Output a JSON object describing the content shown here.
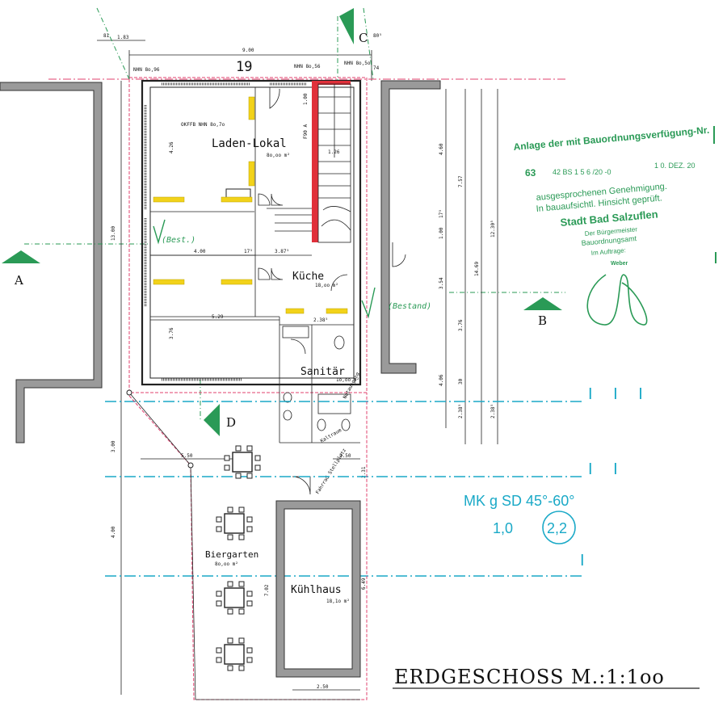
{
  "plot_number": "19",
  "sheet_title": "ERDGESCHOSS   M.:1:1oo",
  "section_markers": {
    "a": "A",
    "b": "B",
    "c": "C",
    "d": "D"
  },
  "elevations": {
    "left": "NHN 8o,96",
    "mid": "NHN 8o,56",
    "right": "NHN 8o,5o",
    "floor": "OKFFB NHN 8o,7o"
  },
  "top_dims": {
    "total": "9.00",
    "left_offset": "1.83",
    "num81": "81",
    "num805": "80⁵",
    "num74": "74"
  },
  "rooms": {
    "laden": {
      "name": "Laden-Lokal",
      "area": "8o,oo m²"
    },
    "kueche": {
      "name": "Küche",
      "area": "18,oo m²"
    },
    "sanitaer": {
      "name": "Sanitär",
      "area": "1o,oo m²"
    },
    "biergarten": {
      "name": "Biergarten",
      "area": "8o,oo m²"
    },
    "kuehlhaus": {
      "name": "Kühlhaus",
      "area": "18,1o m²"
    }
  },
  "wall_labels": {
    "f90": "F90 A"
  },
  "dims_inner": {
    "d400": "4.00",
    "d387": "3.87⁵",
    "d529": "5.29",
    "d238": "2.38⁵",
    "d126": "1.26",
    "d100": "1.00",
    "d426": "4.26",
    "d376": "3.76",
    "d175": "17⁵",
    "d250a": "2.50",
    "d250b": "2.50",
    "d550": "5.50",
    "d300": "3.00",
    "d400b": "4.00",
    "d1300": "13.00",
    "d231": "2.31",
    "d702": "7.02",
    "d649": "6.49"
  },
  "dims_right": {
    "r460": "4.60",
    "r757": "7.57",
    "r1469": "14.69",
    "r1230": "12.30⁵",
    "r354": "3.54",
    "r376": "3.76",
    "r406": "4.06",
    "r238": "2.38⁵",
    "r175": "17⁵",
    "r100": "1.00",
    "r30": "30",
    "r2385": "2.38⁵"
  },
  "handwritten": {
    "note1": "(Best.)",
    "note2": "(Bestand)"
  },
  "stair_notes": {
    "notausgang": "Notausgang",
    "fahrrad": "Fahrrad Stellplatz",
    "kaltraum": "Kaltraum"
  },
  "zoning": {
    "line1": "MK g SD 45°-60°",
    "line2": "1,0",
    "circle": "2,2",
    "marks3": "I I I",
    "marks2": "I I",
    "marks1": "I"
  },
  "stamp": {
    "line1": "Anlage der mit Bauordnungsverfügung-Nr.",
    "num": "63",
    "ref": "42 BS 1 5 6 /20 -0",
    "date": "1 0. DEZ. 20",
    "line2": "ausgesprochenen Genehmigung.",
    "line3": "In bauaufsichtl. Hinsicht geprüft.",
    "line4": "Stadt Bad Salzuflen",
    "line5": "Der Bürgermeister",
    "line6": "Bauordnungsamt",
    "line7": "Im Auftrage:",
    "signer": "Weber"
  },
  "colors": {
    "stamp": "#2a9a56",
    "cyan": "#1aa9c7",
    "red": "#e0303a",
    "wall": "#9a9a9a",
    "yellow": "#f2d21a"
  }
}
